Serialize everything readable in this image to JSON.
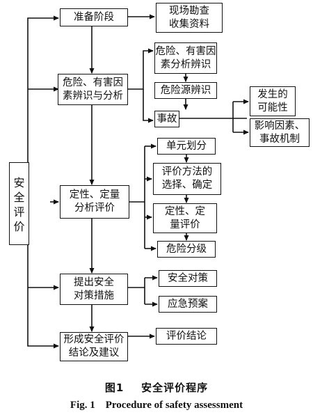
{
  "figure": {
    "left_label": "安\n全\n评\n价",
    "stages": {
      "prep": "准备阶段",
      "identify": "危险、有害因\n素辨识与分析",
      "evaluate": "定性、定量\n分析评价",
      "measures": "提出安全\n对策措施",
      "conclude": "形成安全评价\n结论及建议"
    },
    "steps": {
      "survey": "现场勘查\n收集资料",
      "hazard_analysis": "危险、有害因\n素分析辨识",
      "hazard_source": "危险源辨识",
      "accident": "事故",
      "likelihood": "发生的\n可能性",
      "mechanism": "影响因素、\n事故机制",
      "unit_division": "单元划分",
      "method_selection": "评价方法的\n选择、确定",
      "qual_quant_eval": "定性、定\n量评价",
      "risk_grading": "危险分级",
      "safety_measures": "安全对策",
      "emergency_plan": "应急预案",
      "eval_conclusion": "评价结论"
    },
    "caption_cn": "图1    安全评价程序",
    "caption_en": "Fig. 1    Procedure of safety assessment"
  }
}
